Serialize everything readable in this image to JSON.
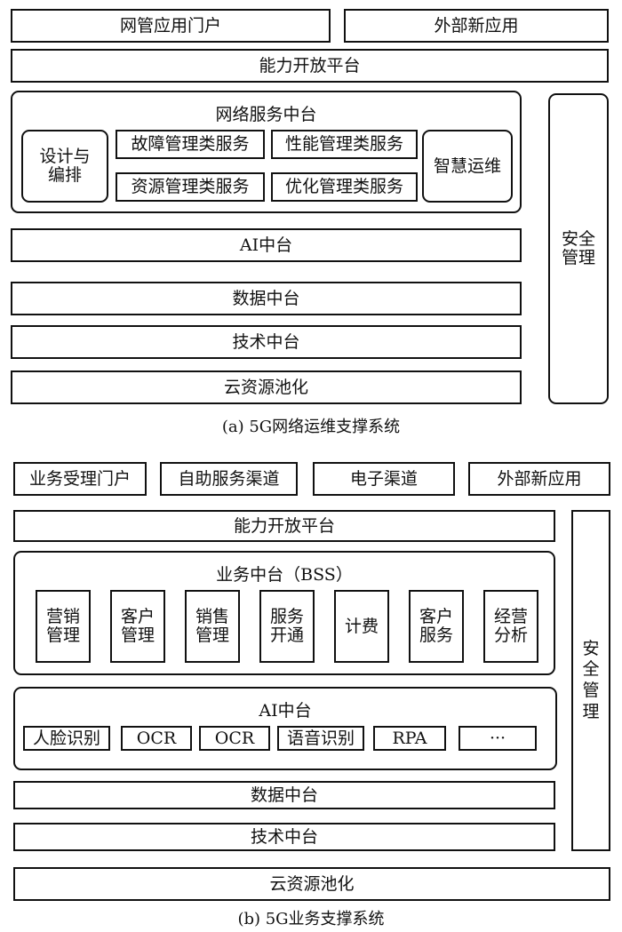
{
  "a": {
    "top_portals": [
      "网管应用门户",
      "外部新应用"
    ],
    "capability_platform": "能力开放平台",
    "network_service": {
      "title": "网络服务中台",
      "design_line1": "设计与",
      "design_line2": "编排",
      "services": [
        "故障管理类服务",
        "性能管理类服务",
        "资源管理类服务",
        "优化管理类服务"
      ],
      "smart_ops": "智慧运维"
    },
    "ai": "AI中台",
    "data": "数据中台",
    "tech": "技术中台",
    "cloud": "云资源池化",
    "security_line1": "安全",
    "security_line2": "管理",
    "caption": "(a) 5G网络运维支撑系统"
  },
  "b": {
    "top_channels": [
      "业务受理门户",
      "自助服务渠道",
      "电子渠道",
      "外部新应用"
    ],
    "capability_platform": "能力开放平台",
    "business": {
      "title": "业务中台（BSS）",
      "modules": [
        [
          "营销",
          "管理"
        ],
        [
          "客户",
          "管理"
        ],
        [
          "销售",
          "管理"
        ],
        [
          "服务",
          "开通"
        ],
        [
          "计费",
          ""
        ],
        [
          "客户",
          "服务"
        ],
        [
          "经营",
          "分析"
        ]
      ]
    },
    "ai": {
      "title": "AI中台",
      "items": [
        "人脸识别",
        "OCR",
        "OCR",
        "语音识别",
        "RPA",
        "···"
      ]
    },
    "data": "数据中台",
    "tech": "技术中台",
    "cloud": "云资源池化",
    "security": [
      "安",
      "全",
      "管",
      "理"
    ],
    "caption": "(b) 5G业务支撑系统"
  }
}
